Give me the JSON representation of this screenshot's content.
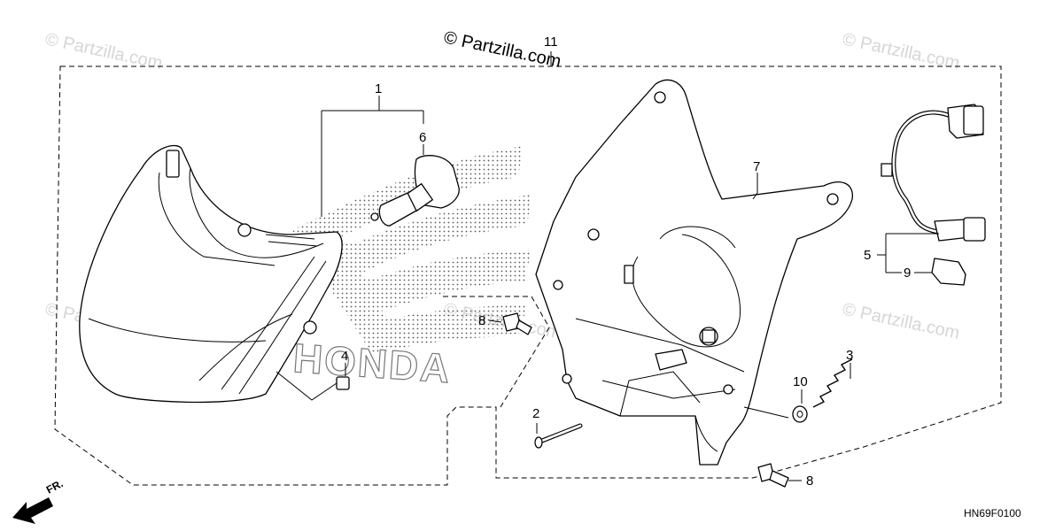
{
  "diagram": {
    "watermark_main": "© Partzilla.com",
    "watermark_faint": "© Partzilla.com",
    "brand_text": "HONDA",
    "direction_label": "FR.",
    "drawing_code": "HN69F0100",
    "callouts": {
      "c1": "1",
      "c2": "2",
      "c3": "3",
      "c4": "4",
      "c5": "5",
      "c6": "6",
      "c7": "7",
      "c8a": "8",
      "c8b": "8",
      "c9": "9",
      "c10": "10",
      "c11": "11"
    }
  }
}
